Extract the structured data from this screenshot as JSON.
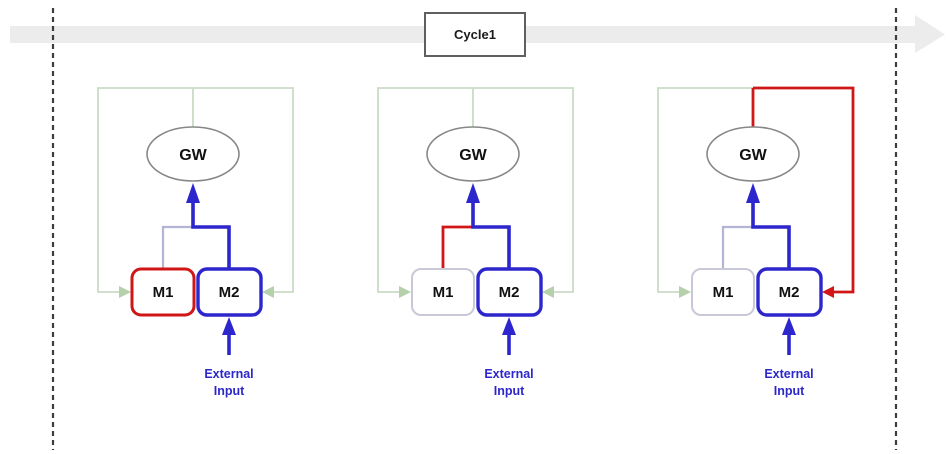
{
  "figure_title": "Cycle1",
  "timeline": {
    "cycle_label": "Cycle1"
  },
  "icons": {
    "timeline_arrow_icon": "thick-right-arrow",
    "feedback_arrowhead_icon": "triangle-arrowhead",
    "input_arrowhead_icon": "triangle-arrowhead"
  },
  "colors": {
    "blue": "#2c26cc",
    "red": "#d01616",
    "lavender": "#b3b3d6",
    "green_line": "#c9dcc5",
    "green_arrow_fill": "#b5d0ab",
    "light_box_border": "#c8c8d8",
    "ellipse_stroke": "#878787",
    "timeline_band": "#ececec",
    "dashed_line": "#3d3d3d",
    "cycle_box_border": "#5f5f5f",
    "label_text": "#111111",
    "external_input_text": "#2c26cc"
  },
  "panels": [
    {
      "id": "stage-1",
      "gw_label": "GW",
      "m1_label": "M1",
      "m2_label": "M2",
      "input_label_line1": "External",
      "input_label_line2": "Input",
      "m1_border_color": "#d01616",
      "m1_border_width": 3,
      "m1_link_color": "#b3b3d6",
      "m1_link_width": 2.2,
      "stub_color": "#c9dcc5",
      "stub_width": 1.8,
      "right_loop_color": "#c9dcc5",
      "right_loop_width": 1.8,
      "right_arrow_fill": "#b5d0ab"
    },
    {
      "id": "stage-2",
      "gw_label": "GW",
      "m1_label": "M1",
      "m2_label": "M2",
      "input_label_line1": "External",
      "input_label_line2": "Input",
      "m1_border_color": "#c8c8d8",
      "m1_border_width": 2,
      "m1_link_color": "#d01616",
      "m1_link_width": 2.8,
      "stub_color": "#c9dcc5",
      "stub_width": 1.8,
      "right_loop_color": "#c9dcc5",
      "right_loop_width": 1.8,
      "right_arrow_fill": "#b5d0ab"
    },
    {
      "id": "stage-3",
      "gw_label": "GW",
      "m1_label": "M1",
      "m2_label": "M2",
      "input_label_line1": "External",
      "input_label_line2": "Input",
      "m1_border_color": "#c8c8d8",
      "m1_border_width": 2,
      "m1_link_color": "#b3b3d6",
      "m1_link_width": 2.2,
      "stub_color": "#d01616",
      "stub_width": 2.8,
      "right_loop_color": "#d01616",
      "right_loop_width": 2.8,
      "right_arrow_fill": "#d01616"
    }
  ]
}
